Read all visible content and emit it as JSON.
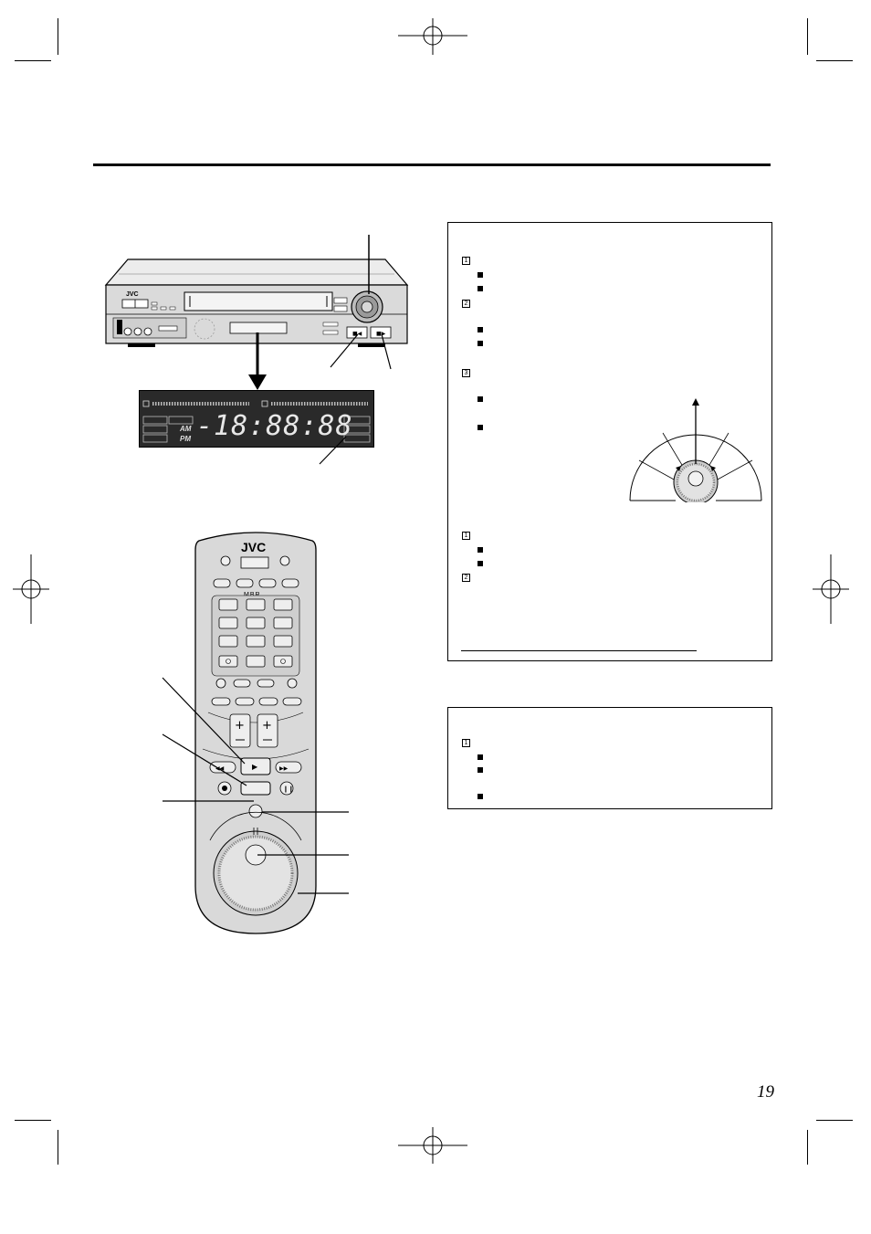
{
  "page": {
    "page_number": "19"
  },
  "vcr": {
    "brand": "JVC",
    "display": {
      "time": "-18:88:88",
      "am": "AM",
      "pm": "PM"
    }
  },
  "remote": {
    "brand": "JVC",
    "mbr_label": "MBR"
  },
  "panel1": {
    "section_a_steps": [
      "1",
      "2",
      "3"
    ],
    "section_b_steps": [
      "1",
      "2"
    ]
  },
  "panel2": {
    "steps": [
      "1"
    ]
  },
  "colors": {
    "ink": "#000000",
    "device_gray": "#d8d8d8",
    "display_dark": "#2a2a2a"
  }
}
